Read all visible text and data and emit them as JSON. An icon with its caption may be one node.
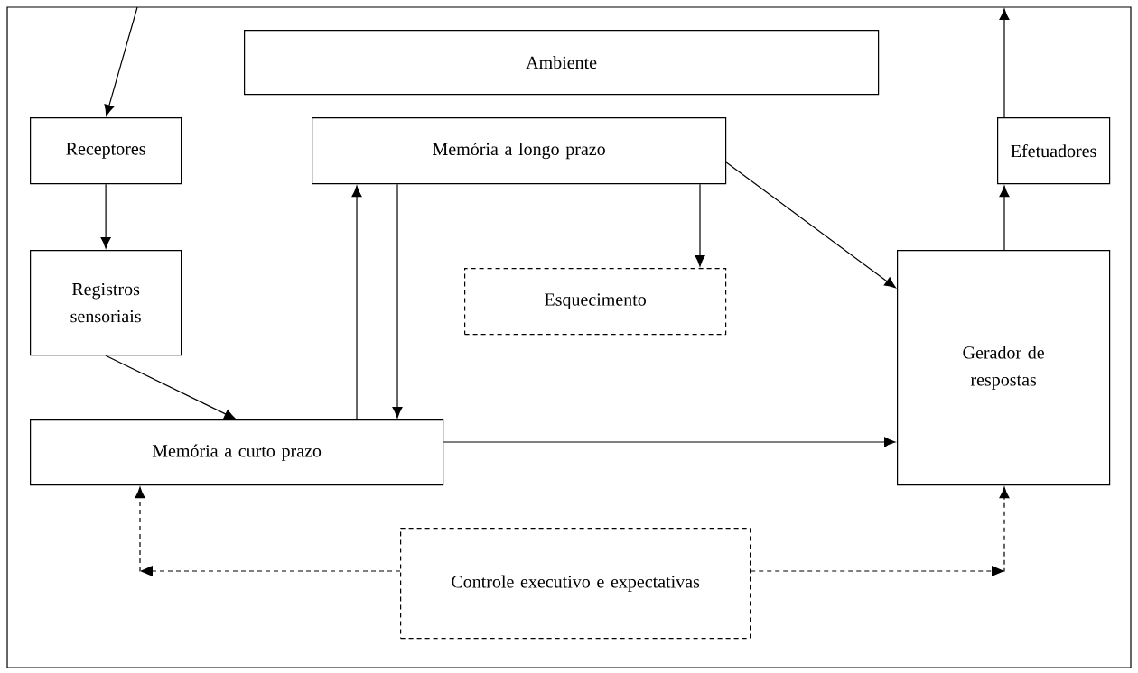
{
  "diagram": {
    "nodes": [
      {
        "text": [
          "Ambiente"
        ]
      },
      {
        "text": [
          "Receptores"
        ]
      },
      {
        "text": [
          "Memória a longo prazo"
        ]
      },
      {
        "text": [
          "Efetuadores"
        ]
      },
      {
        "text": [
          "Registros sensoriais"
        ]
      },
      {
        "text": [
          "Esquecimento"
        ]
      },
      {
        "text": [
          "Gerador de respostas"
        ]
      },
      {
        "text": [
          "Memória a curto prazo"
        ]
      },
      {
        "text": [
          "Controle executivo e expectativas"
        ]
      }
    ],
    "edges": [
      {
        "from": null,
        "to": 1,
        "arrow": "to"
      },
      {
        "from": 1,
        "to": 4,
        "arrow": "to"
      },
      {
        "from": 4,
        "to": 7,
        "arrow": "to"
      },
      {
        "from": 7,
        "to": 2,
        "arrow": "to"
      },
      {
        "from": 2,
        "to": 7,
        "arrow": "to"
      },
      {
        "from": 2,
        "to": 5,
        "arrow": "to"
      },
      {
        "from": 2,
        "to": 6,
        "arrow": "to"
      },
      {
        "from": 7,
        "to": 6,
        "arrow": "to"
      },
      {
        "from": 6,
        "to": 3,
        "arrow": "to"
      },
      {
        "from": 3,
        "to": null,
        "arrow": "to"
      },
      {
        "from": 8,
        "to": 7,
        "arrow": "to",
        "style": "dashed"
      },
      {
        "from": 8,
        "to": 6,
        "arrow": "to",
        "style": "dashed"
      }
    ]
  }
}
